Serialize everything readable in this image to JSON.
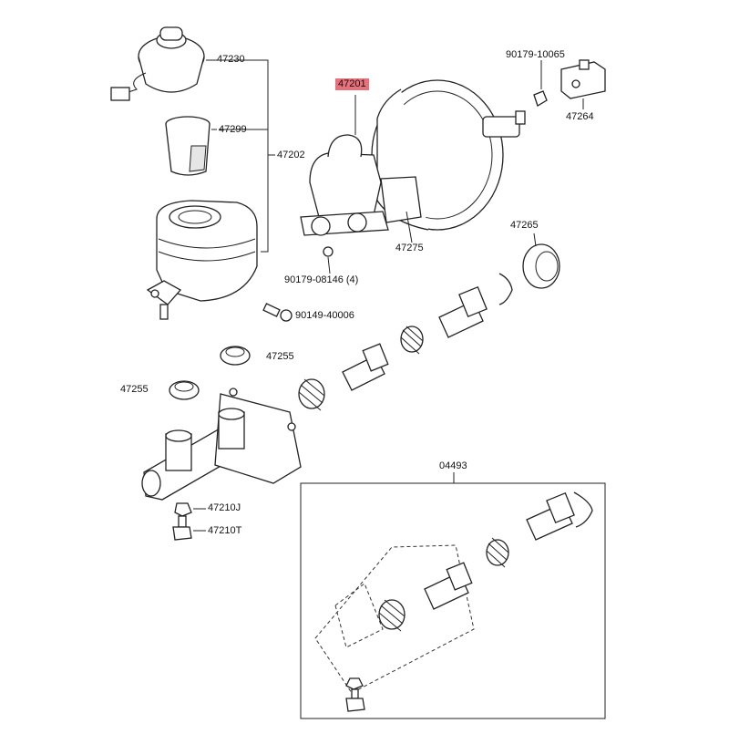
{
  "labels": {
    "p47230": "47230",
    "p47299": "47299",
    "p47202": "47202",
    "p47201": "47201",
    "p90179_10065": "90179-10065",
    "p47264": "47264",
    "p47275": "47275",
    "p90179_08146": "90179-08146 (4)",
    "p47265": "47265",
    "p90149_40006": "90149-40006",
    "p47255_top": "47255",
    "p47255_left": "47255",
    "p47210j": "47210J",
    "p47210t": "47210T",
    "p04493": "04493"
  },
  "highlight_color": "#e8707a"
}
